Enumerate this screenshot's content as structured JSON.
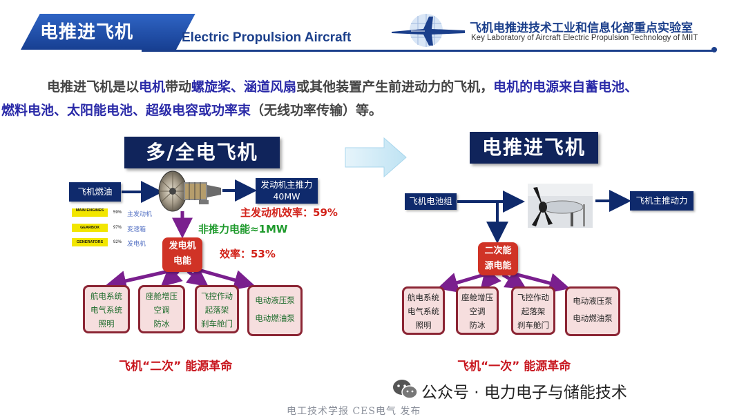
{
  "header": {
    "title_cn": "电推进飞机",
    "title_en": "Electric Propulsion Aircraft",
    "lab_cn": "飞机电推进技术工业和信息化部重点实验室",
    "lab_en": "Key Laboratory of Aircraft Electric Propulsion Technology of MIIT"
  },
  "intro": {
    "line1": [
      {
        "t": "电推进飞机是以",
        "c": "gray"
      },
      {
        "t": "电机",
        "c": "blue"
      },
      {
        "t": "带动",
        "c": "gray"
      },
      {
        "t": "螺旋桨、涵道风扇",
        "c": "blue"
      },
      {
        "t": "或其他装置产生前进动力的飞机，",
        "c": "gray"
      },
      {
        "t": "电机的电源来自蓄电池、",
        "c": "blue"
      }
    ],
    "line2": [
      {
        "t": "燃料电池、太阳能电池、超级电容或功率束",
        "c": "blue"
      },
      {
        "t": "（无线功率传输）等。",
        "c": "gray"
      }
    ]
  },
  "left": {
    "title": "多/全电飞机",
    "fuel": "飞机燃油",
    "engine_thrust_l1": "发动机主推力",
    "engine_thrust_l2": "40MW",
    "eff_main": "主发动机效率：59%",
    "non_thrust": "非推力电能≈1MW",
    "eff_gen": "效率：53%",
    "hub_l1": "发电机",
    "hub_l2": "电能",
    "tags": [
      {
        "label": "MAIN ENGINES",
        "pct": "59%",
        "cn": "主发动机"
      },
      {
        "label": "GEARBOX",
        "pct": "97%",
        "cn": "变速箱"
      },
      {
        "label": "GENERATORS",
        "pct": "92%",
        "cn": "发电机"
      }
    ],
    "boxes": [
      {
        "lines": [
          "航电系统",
          "电气系统",
          "照明"
        ]
      },
      {
        "lines": [
          "座舱增压",
          "空调",
          "防冰"
        ]
      },
      {
        "lines": [
          "飞控作动",
          "起落架",
          "刹车舱门"
        ]
      },
      {
        "lines": [
          "电动液压泵",
          "电动燃油泵"
        ]
      }
    ],
    "revolution": "飞机“二次”  能源革命"
  },
  "right": {
    "title": "电推进飞机",
    "battery": "飞机电池组",
    "main_power": "飞机主推动力",
    "hub_l1": "二次能",
    "hub_l2": "源电能",
    "boxes": [
      {
        "lines": [
          "航电系统",
          "电气系统",
          "照明"
        ]
      },
      {
        "lines": [
          "座舱增压",
          "空调",
          "防冰"
        ]
      },
      {
        "lines": [
          "飞控作动",
          "起落架",
          "刹车舱门"
        ]
      },
      {
        "lines": [
          "电动液压泵",
          "电动燃油泵"
        ]
      }
    ],
    "revolution": "飞机“一次”  能源革命"
  },
  "watermark": "公众号 · 电力电子与储能技术",
  "footer": "电工技术学报 CES电气 发布",
  "colors": {
    "navy": "#0f2a6c",
    "hub_red": "#d03326",
    "arrow_purple": "#7a1f8e",
    "box_border": "#8b2534",
    "box_fill": "#f6dede",
    "green_text": "#1c6b2a",
    "revolution_red": "#c8161e"
  }
}
